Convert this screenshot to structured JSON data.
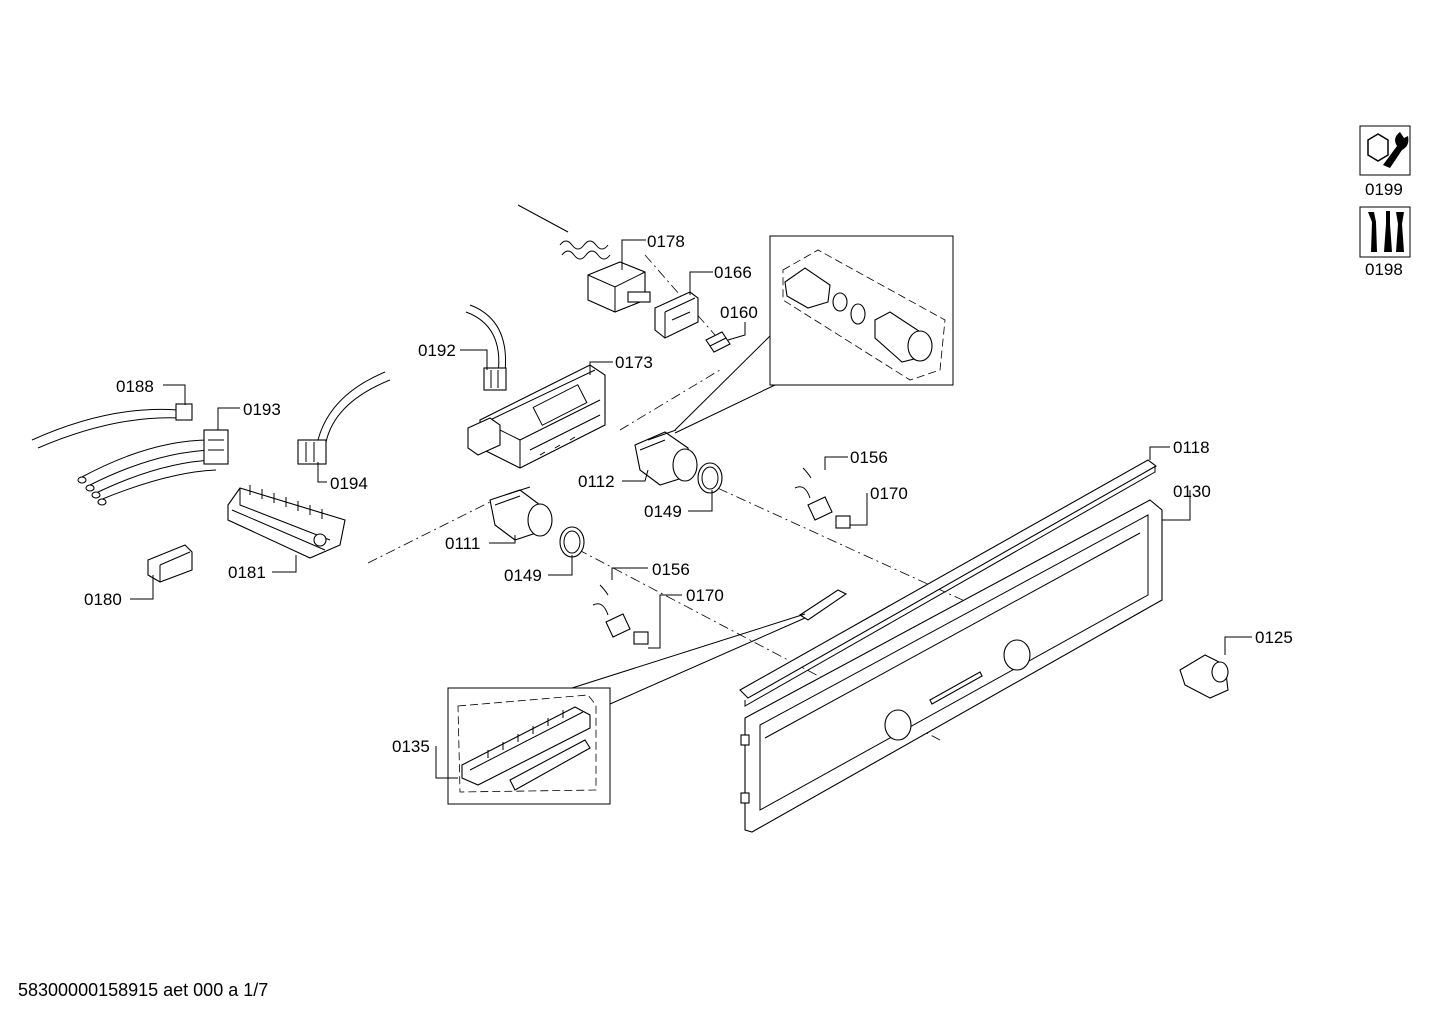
{
  "diagram": {
    "footer": "58300000158915 aet 000 a 1/7",
    "labels": {
      "p0199": "0199",
      "p0198": "0198",
      "p0178": "0178",
      "p0166": "0166",
      "p0160": "0160",
      "p0192": "0192",
      "p0173": "0173",
      "p0188": "0188",
      "p0193": "0193",
      "p0194": "0194",
      "p0112": "0112",
      "p0149a": "0149",
      "p0156a": "0156",
      "p0170a": "0170",
      "p0118": "0118",
      "p0130": "0130",
      "p0111": "0111",
      "p0149b": "0149",
      "p0156b": "0156",
      "p0170b": "0170",
      "p0181": "0181",
      "p0180": "0180",
      "p0125": "0125",
      "p0135": "0135"
    },
    "icons": {
      "wrench": "wrench-nut-icon",
      "tools": "screwdriver-pliers-icon"
    }
  }
}
